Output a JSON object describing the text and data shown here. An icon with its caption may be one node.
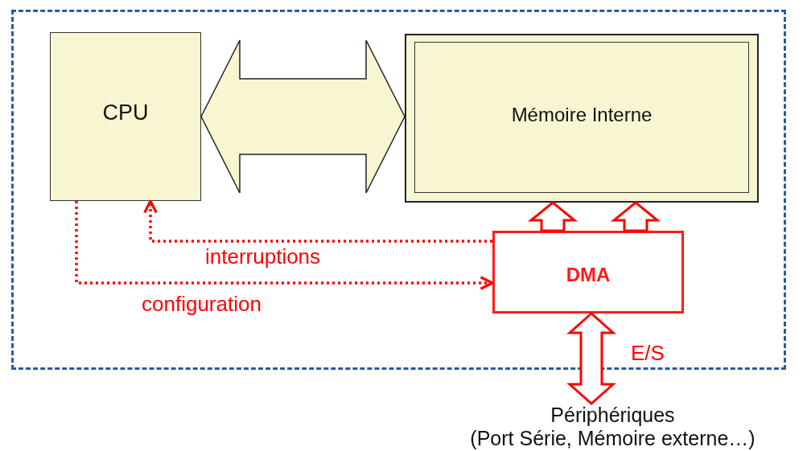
{
  "diagram": {
    "nodes": [
      {
        "text": [],
        "shape": "box"
      },
      {
        "text": [
          "CPU"
        ],
        "in": 0
      },
      {
        "text": [
          "Mémoire Interne"
        ],
        "in": 0
      },
      {
        "text": [
          "DMA"
        ],
        "in": 0
      },
      {
        "text": [
          "Périphériques",
          "(Port Série, Mémoire externe…)"
        ]
      }
    ],
    "edges": [
      {
        "from": 1,
        "to": 2,
        "arrow": "both",
        "style": "thick"
      },
      {
        "from": 3,
        "to": 2,
        "arrow": "to",
        "style": "thick",
        "color": "#ff0000"
      },
      {
        "from": 3,
        "to": 2,
        "arrow": "to",
        "style": "thick",
        "color": "#ff0000"
      },
      {
        "from": 3,
        "to": 1,
        "arrow": "to",
        "style": "dashed",
        "color": "#ff0000",
        "label": "interruptions"
      },
      {
        "from": 1,
        "to": 3,
        "arrow": "to",
        "style": "dashed",
        "color": "#ff0000",
        "label": "configuration"
      },
      {
        "from": 3,
        "to": 4,
        "arrow": "both",
        "style": "thick",
        "color": "#ff0000",
        "label": "E/S"
      }
    ]
  }
}
